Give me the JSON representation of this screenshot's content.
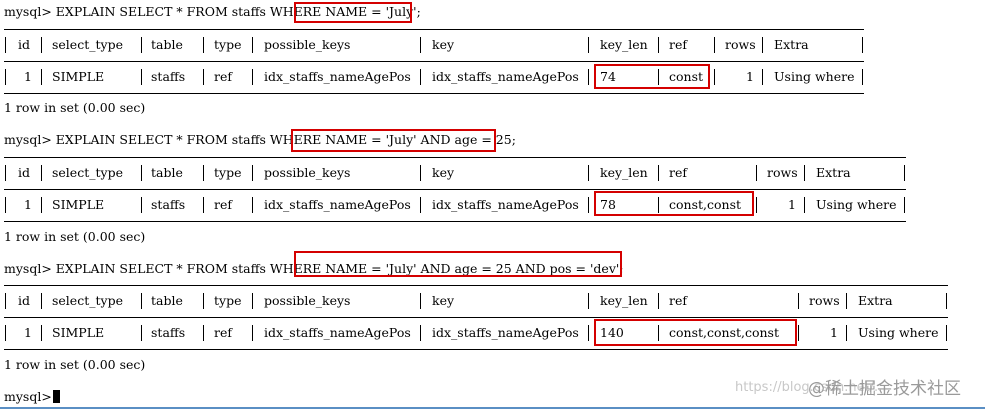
{
  "terminal": {
    "prompt": "mysql>",
    "blocks": [
      {
        "query_prefix": "EXPLAIN SELECT * FROM staffs WHERE",
        "query_condition": "NAME = 'July';",
        "headers": [
          "id",
          "select_type",
          "table",
          "type",
          "possible_keys",
          "key",
          "key_len",
          "ref",
          "rows",
          "Extra"
        ],
        "row": [
          "1",
          "SIMPLE",
          "staffs",
          "ref",
          "idx_staffs_nameAgePos",
          "idx_staffs_nameAgePos",
          "74",
          "const",
          "1",
          "Using where"
        ],
        "footer": "1 row in set (0.00 sec)"
      },
      {
        "query_prefix": "EXPLAIN SELECT * FROM staffs WHERE",
        "query_condition": "NAME = 'July' AND age = 25;",
        "headers": [
          "id",
          "select_type",
          "table",
          "type",
          "possible_keys",
          "key",
          "key_len",
          "ref",
          "rows",
          "Extra"
        ],
        "row": [
          "1",
          "SIMPLE",
          "staffs",
          "ref",
          "idx_staffs_nameAgePos",
          "idx_staffs_nameAgePos",
          "78",
          "const,const",
          "1",
          "Using where"
        ],
        "footer": "1 row in set (0.00 sec)"
      },
      {
        "query_prefix": "EXPLAIN SELECT * FROM staffs WHERE",
        "query_condition": "NAME = 'July' AND age = 25 AND pos = 'dev';",
        "headers": [
          "id",
          "select_type",
          "table",
          "type",
          "possible_keys",
          "key",
          "key_len",
          "ref",
          "rows",
          "Extra"
        ],
        "row": [
          "1",
          "SIMPLE",
          "staffs",
          "ref",
          "idx_staffs_nameAgePos",
          "idx_staffs_nameAgePos",
          "140",
          "const,const,const",
          "1",
          "Using where"
        ],
        "footer": "1 row in set (0.00 sec)"
      }
    ]
  },
  "watermark": {
    "blog": "https://blog.csdn.net/...",
    "site": "@稀土掘金技术社区"
  },
  "colors": {
    "highlight": "#d40000",
    "background": "#ffffff",
    "text": "#000000"
  },
  "icons": {
    "cursor": "block-cursor-icon"
  }
}
